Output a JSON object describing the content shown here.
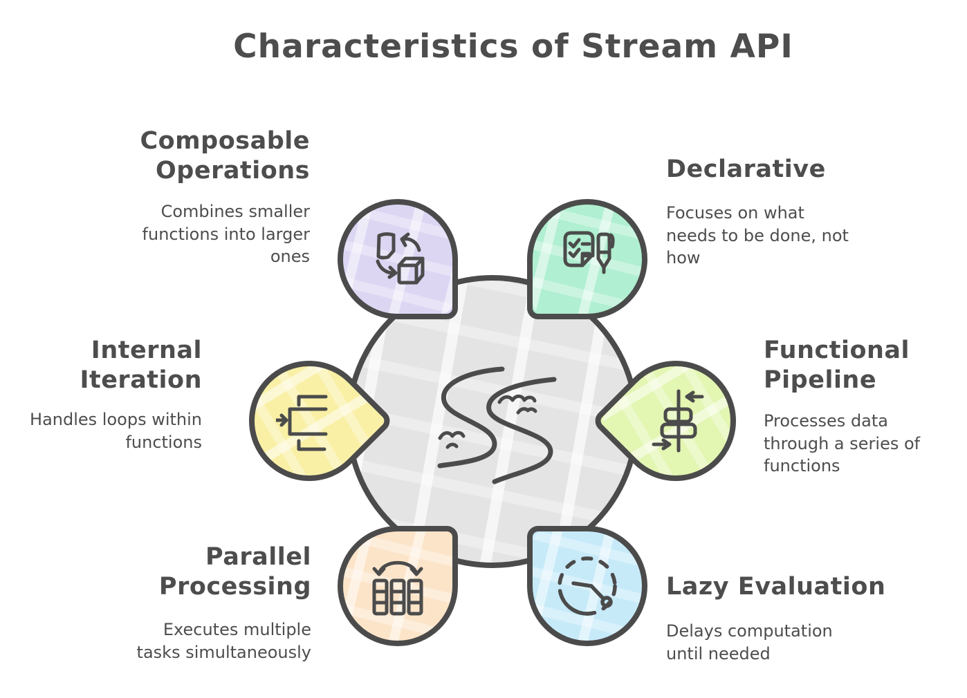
{
  "title": "Characteristics of Stream API",
  "colors": {
    "outline": "#4b4b4b",
    "text": "#4d4d4d",
    "center-fill": "#e4e4e4"
  },
  "center": {
    "icon": "winding-stream-icon"
  },
  "nodes": [
    {
      "id": "composable-operations",
      "position": "top-left",
      "color": "#ddd6f3",
      "icon": "document-to-cube-cycle-icon",
      "heading": "Composable\nOperations",
      "description": "Combines smaller\nfunctions into larger\nones"
    },
    {
      "id": "declarative",
      "position": "top-right",
      "color": "#b0efd1",
      "icon": "checklist-pen-icon",
      "heading": "Declarative",
      "description": "Focuses on what\nneeds to be done, not\nhow"
    },
    {
      "id": "internal-iteration",
      "position": "middle-left",
      "color": "#f9f0a6",
      "icon": "arrow-into-brackets-icon",
      "heading": "Internal\nIteration",
      "description": "Handles loops within\nfunctions"
    },
    {
      "id": "functional-pipeline",
      "position": "middle-right",
      "color": "#e3f6b2",
      "icon": "pipeline-compress-icon",
      "heading": "Functional\nPipeline",
      "description": "Processes data\nthrough a series of\nfunctions"
    },
    {
      "id": "parallel-processing",
      "position": "bottom-left",
      "color": "#fce4c9",
      "icon": "parallel-columns-icon",
      "heading": "Parallel\nProcessing",
      "description": "Executes multiple\ntasks simultaneously"
    },
    {
      "id": "lazy-evaluation",
      "position": "bottom-right",
      "color": "#c7eaf9",
      "icon": "lazy-clock-icon",
      "heading": "Lazy Evaluation",
      "description": "Delays computation\nuntil needed"
    }
  ]
}
